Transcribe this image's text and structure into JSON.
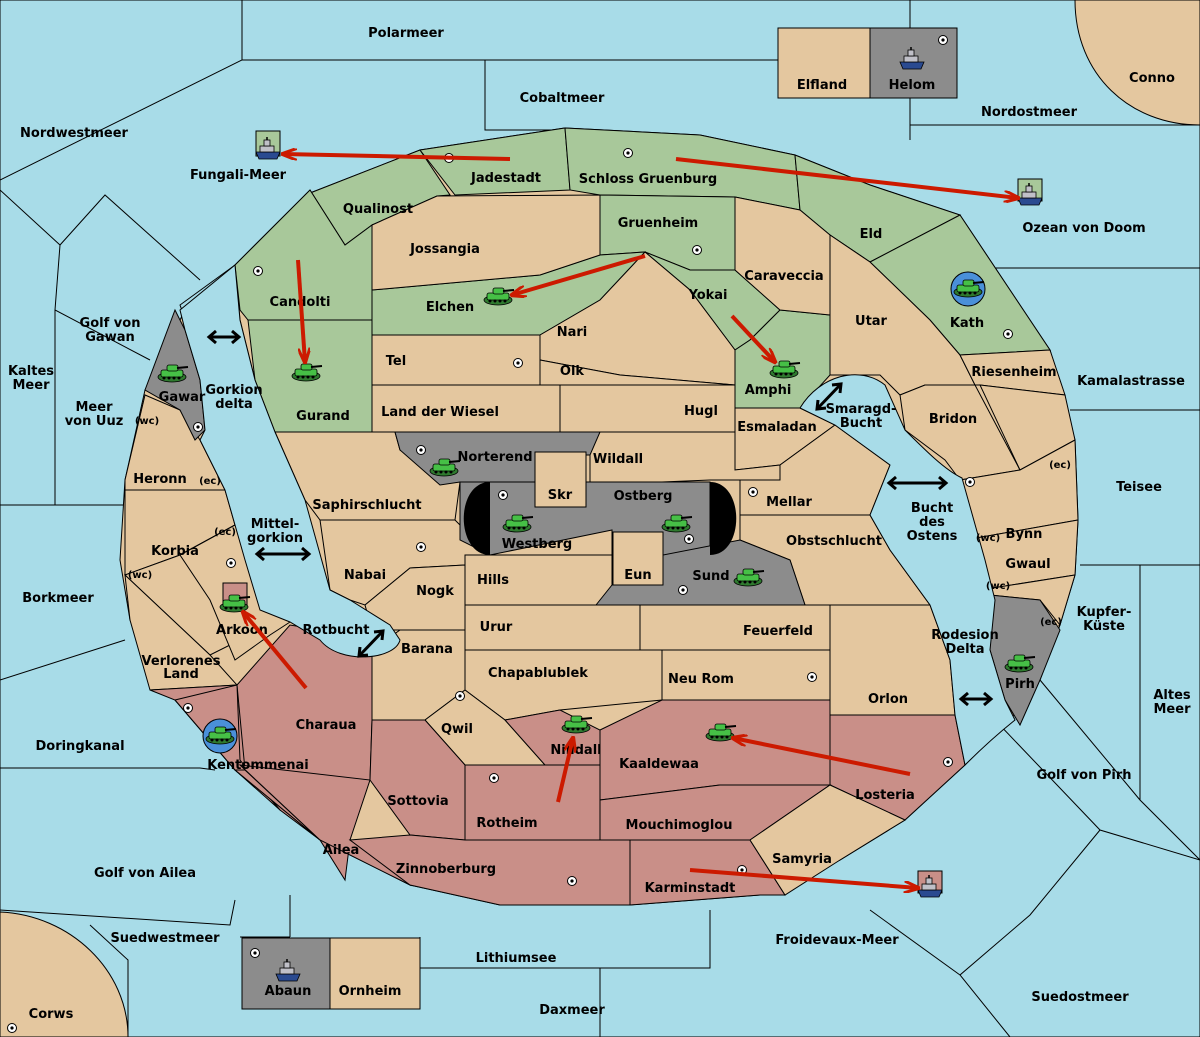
{
  "colors": {
    "sea": "#a8dce8",
    "neutral_land": "#e4c79f",
    "green_power": "#a8c89a",
    "red_power": "#c98f88",
    "gray_power": "#8c8c8c",
    "order_arrow": "#cc1a00",
    "unit_tank": "#3cb043"
  },
  "icons": [
    "tank-icon",
    "ship-icon",
    "supply-center-icon",
    "order-arrow",
    "convoy-link-icon"
  ],
  "regions": {
    "polarmeer": "Polarmeer",
    "cobaltmeer": "Cobaltmeer",
    "nordwestmeer": "Nordwestmeer",
    "nordostmeer": "Nordostmeer",
    "conno": "Conno",
    "elfland": "Elfland",
    "helom": "Helom",
    "fungali_meer": "Fungali-Meer",
    "jadestadt": "Jadestadt",
    "schloss_gruenburg": "Schloss Gruenburg",
    "ozean_von_doom": "Ozean von Doom",
    "qualinost": "Qualinost",
    "gruenheim": "Gruenheim",
    "jossangia": "Jossangia",
    "eld": "Eld",
    "caraveccia": "Caraveccia",
    "candolti": "Candolti",
    "elchen": "Elchen",
    "yokai": "Yokai",
    "utar": "Utar",
    "kath": "Kath",
    "golf_von_gawan_1": "Golf von",
    "golf_von_gawan_2": "Gawan",
    "kaltes_meer_1": "Kaltes",
    "kaltes_meer_2": "Meer",
    "meer_von_uuz_1": "Meer",
    "meer_von_uuz_2": "von Uuz",
    "gawar": "Gawar",
    "gorkion_delta_1": "Gorkion",
    "gorkion_delta_2": "delta",
    "nari": "Nari",
    "tel": "Tel",
    "olk": "Olk",
    "amphi": "Amphi",
    "gurand": "Gurand",
    "land_der_wiesel": "Land der Wiesel",
    "hugl": "Hugl",
    "riesenheim": "Riesenheim",
    "kamalastrasse": "Kamalastrasse",
    "smaragd_bucht_1": "Smaragd-",
    "smaragd_bucht_2": "Bucht",
    "bridon": "Bridon",
    "esmaladan": "Esmaladan",
    "norterend": "Norterend",
    "wildall": "Wildall",
    "heronn": "Heronn",
    "skr": "Skr",
    "ostberg": "Ostberg",
    "mellar": "Mellar",
    "teisee": "Teisee",
    "saphirschlucht": "Saphirschlucht",
    "westberg": "Westberg",
    "bucht_des_ostens_1": "Bucht",
    "bucht_des_ostens_2": "des",
    "bucht_des_ostens_3": "Ostens",
    "mittelgorkion_1": "Mittel-",
    "mittelgorkion_2": "gorkion",
    "korbia": "Korbia",
    "obstschlucht": "Obstschlucht",
    "bynn": "Bynn",
    "nabai": "Nabai",
    "hills": "Hills",
    "eun": "Eun",
    "sund": "Sund",
    "gwaul": "Gwaul",
    "borkmeer": "Borkmeer",
    "nogk": "Nogk",
    "kupfer_kueste_1": "Kupfer-",
    "kupfer_kueste_2": "Küste",
    "arkoon": "Arkoon",
    "rotbucht": "Rotbucht",
    "urur": "Urur",
    "feuerfeld": "Feuerfeld",
    "rodesion_delta_1": "Rodesion",
    "rodesion_delta_2": "Delta",
    "barana": "Barana",
    "verlorenes_land_1": "Verlorenes",
    "verlorenes_land_2": "Land",
    "chapablublek": "Chapablublek",
    "neu_rom": "Neu Rom",
    "pirh": "Pirh",
    "altes_meer_1": "Altes",
    "altes_meer_2": "Meer",
    "orlon": "Orlon",
    "charaua": "Charaua",
    "qwil": "Qwil",
    "nilldall": "Nilldall",
    "doringkanal": "Doringkanal",
    "kentommenai": "Kentommenai",
    "kaaldewaa": "Kaaldewaa",
    "golf_von_pirh": "Golf von Pirh",
    "sottovia": "Sottovia",
    "losteria": "Losteria",
    "rotheim": "Rotheim",
    "mouchimoglou": "Mouchimoglou",
    "ailea": "Ailea",
    "samyria": "Samyria",
    "golf_von_ailea": "Golf von Ailea",
    "zinnoberburg": "Zinnoberburg",
    "karminstadt": "Karminstadt",
    "suedwestmeer": "Suedwestmeer",
    "froidevaux_meer": "Froidevaux-Meer",
    "lithiumsee": "Lithiumsee",
    "abaun": "Abaun",
    "ornheim": "Ornheim",
    "suedostmeer": "Suedostmeer",
    "daxmeer": "Daxmeer",
    "corws": "Corws"
  },
  "coast_tags": {
    "wc": "(wc)",
    "ec": "(ec)"
  }
}
